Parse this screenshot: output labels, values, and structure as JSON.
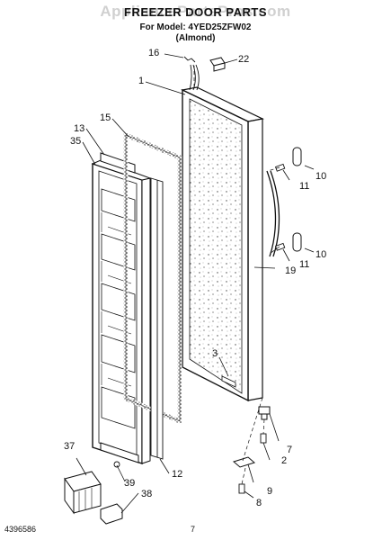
{
  "watermark": "AppliancePartsPros.com",
  "title": "FREEZER DOOR PARTS",
  "subtitle_model": "For Model: 4YED25ZFW02",
  "subtitle_color": "(Almond)",
  "footer": {
    "doc_number": "4396586",
    "page_number": "7"
  },
  "callouts": {
    "c1": "1",
    "c2": "2",
    "c3": "3",
    "c7": "7",
    "c8": "8",
    "c9": "9",
    "c10a": "10",
    "c10b": "10",
    "c11a": "11",
    "c11b": "11",
    "c12": "12",
    "c13": "13",
    "c15": "15",
    "c16": "16",
    "c19": "19",
    "c22": "22",
    "c35": "35",
    "c37": "37",
    "c38": "38",
    "c39": "39"
  },
  "colors": {
    "ink": "#111111",
    "watermark": "#969696"
  }
}
